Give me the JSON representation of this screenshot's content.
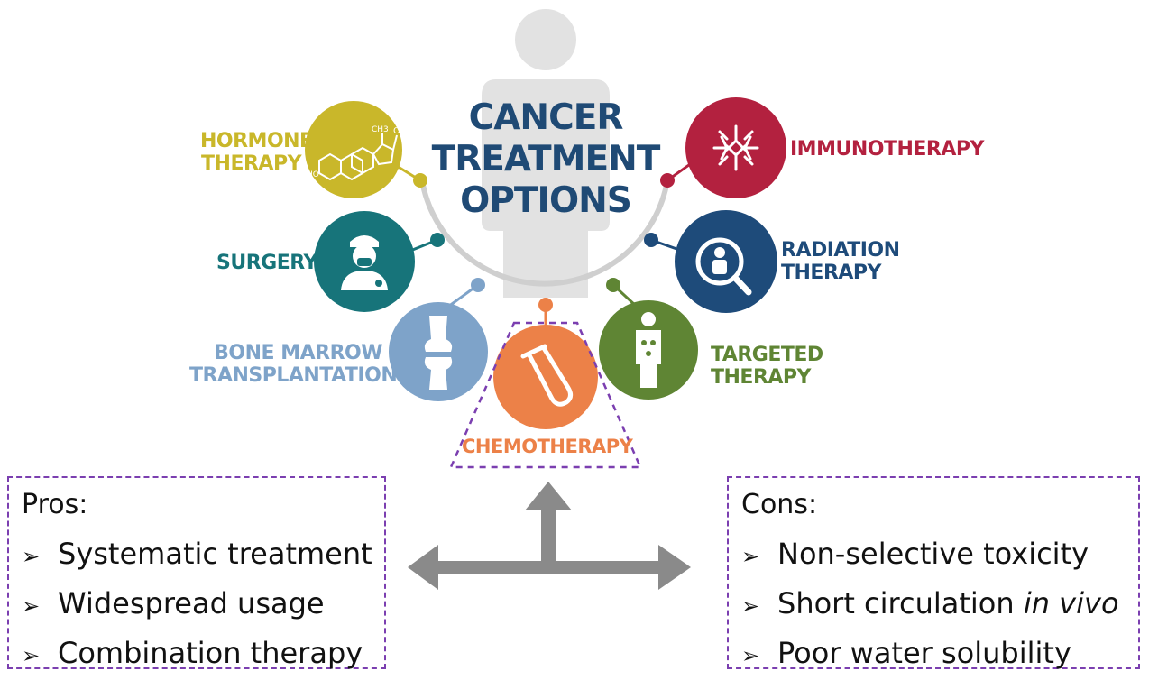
{
  "title": [
    "CANCER",
    "TREATMENT",
    "OPTIONS"
  ],
  "treatments": {
    "hormone": {
      "lines": [
        "HORMONE",
        "THERAPY"
      ],
      "color": "#c9b72a",
      "molecule_labels": {
        "ch3": "CH3",
        "o": "O",
        "ho": "HO"
      }
    },
    "surgery": {
      "lines": [
        "SURGERY"
      ],
      "color": "#17747a"
    },
    "bone_marrow": {
      "lines": [
        "BONE MARROW",
        "TRANSPLANTATION"
      ],
      "color": "#7ea3c9"
    },
    "chemotherapy": {
      "lines": [
        "CHEMOTHERAPY"
      ],
      "color": "#ec8148"
    },
    "targeted": {
      "lines": [
        "TARGETED",
        "THERAPY"
      ],
      "color": "#5f8534"
    },
    "radiation": {
      "lines": [
        "RADIATION",
        "THERAPY"
      ],
      "color": "#1e4b7a"
    },
    "immunotherapy": {
      "lines": [
        "IMMUNOTHERAPY"
      ],
      "color": "#b3213f"
    }
  },
  "pros": {
    "heading": "Pros:",
    "items": [
      "Systematic treatment",
      "Widespread usage",
      "Combination therapy"
    ]
  },
  "cons": {
    "heading": "Cons:",
    "items": [
      {
        "text": "Non-selective toxicity",
        "italic": ""
      },
      {
        "text": "Short circulation ",
        "italic": "in vivo"
      },
      {
        "text": "Poor water solubility",
        "italic": ""
      }
    ]
  },
  "bullet_glyph": "➢",
  "colors": {
    "body": "#e2e2e2",
    "arc": "#cfcfcf",
    "arrow": "#8a8a8a",
    "dash": "#7b3fb0",
    "title": "#1f4a75"
  },
  "icons": {
    "hormone": "steroid-molecule-icon",
    "surgery": "surgeon-icon",
    "bone_marrow": "knee-bone-icon",
    "chemotherapy": "test-tube-icon",
    "targeted": "body-target-icon",
    "radiation": "scan-person-icon",
    "immunotherapy": "antibody-icon"
  }
}
